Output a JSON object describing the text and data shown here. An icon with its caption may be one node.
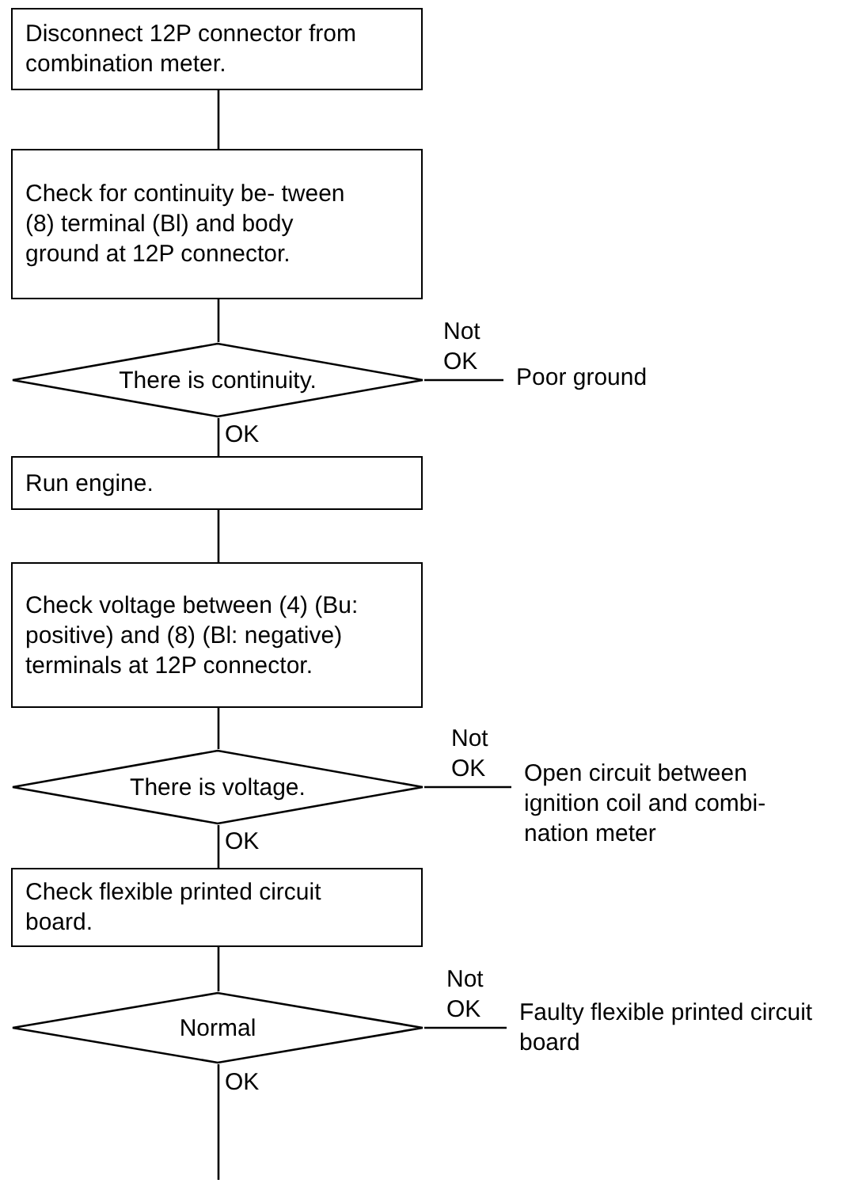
{
  "diagram": {
    "nodes": [
      {
        "text": [
          "Disconnect 12P connector from combination meter."
        ]
      },
      {
        "text": [
          "Check for continuity be- tween (8) terminal (Bl) and body ground at 12P connector."
        ]
      },
      {
        "text": [
          "There is continuity."
        ]
      },
      {
        "text": [
          "Poor ground"
        ]
      },
      {
        "text": [
          "Run engine."
        ]
      },
      {
        "text": [
          "Check voltage between (4) (Bu: positive) and (8) (Bl: negative) terminals at 12P connector."
        ]
      },
      {
        "text": [
          "There is voltage."
        ]
      },
      {
        "text": [
          "Open circuit between ignition coil and combi- nation meter"
        ]
      },
      {
        "text": [
          "Check flexible printed circuit board."
        ]
      },
      {
        "text": [
          "Normal"
        ]
      },
      {
        "text": [
          "Faulty flexible printed circuit board"
        ]
      }
    ],
    "edges": [
      {
        "from": 0,
        "to": 1,
        "arrow": "none"
      },
      {
        "from": 1,
        "to": 2,
        "arrow": "none"
      },
      {
        "from": 2,
        "to": 3,
        "arrow": "none",
        "label": "Not OK"
      },
      {
        "from": 2,
        "to": 4,
        "arrow": "none",
        "label": "OK"
      },
      {
        "from": 4,
        "to": 5,
        "arrow": "none"
      },
      {
        "from": 5,
        "to": 6,
        "arrow": "none"
      },
      {
        "from": 6,
        "to": 7,
        "arrow": "none",
        "label": "Not OK"
      },
      {
        "from": 6,
        "to": 8,
        "arrow": "none",
        "label": "OK"
      },
      {
        "from": 8,
        "to": 9,
        "arrow": "none"
      },
      {
        "from": 9,
        "to": 10,
        "arrow": "none",
        "label": "Not OK"
      },
      {
        "from": 9,
        "to": null,
        "arrow": "none",
        "label": "OK"
      }
    ]
  }
}
